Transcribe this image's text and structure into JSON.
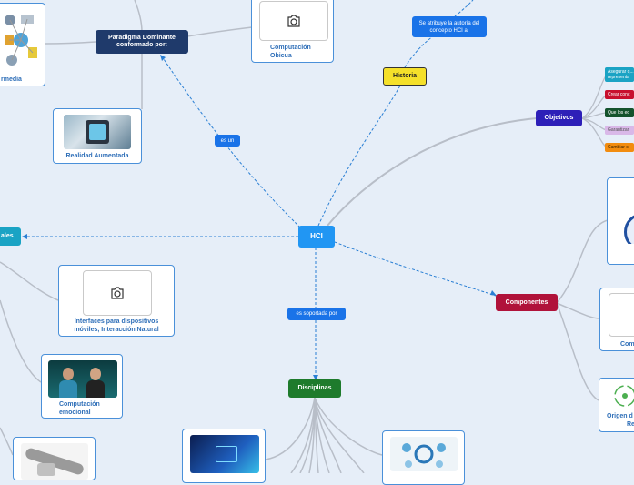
{
  "central": {
    "label": "HCI"
  },
  "links": {
    "es_un": "es un",
    "es_soportada_por": "es soportada por",
    "atribuye": "Se atribuye la autoría del concepto HCI a:"
  },
  "topics": {
    "paradigma": "Paradigma Dominante conformado por:",
    "historia": "Historia",
    "objetivos": "Objetivos",
    "componentes": "Componentes",
    "disciplinas": "Disciplinas",
    "left_partial": "ales"
  },
  "cards": {
    "hipermedia": "rmedia",
    "computacion_obicua": "Computación Obicua",
    "realidad_aumentada": "Realidad Aumentada",
    "interfaces_moviles": "Interfaces para dispositivos móviles, Interacción Natural",
    "computacion_emocional": "Computación emocional",
    "componente_partial": "Com",
    "origen_partial_1": "Origen d",
    "origen_partial_2": "Re"
  },
  "objetivos_items": [
    {
      "label": "Asegurar q... representa",
      "color": "#1aa3c4"
    },
    {
      "label": "Crear conc",
      "color": "#c8102e"
    },
    {
      "label": "Que los eq",
      "color": "#14532d"
    },
    {
      "label": "Garantizar",
      "color": "#d9b8e8"
    },
    {
      "label": "Cambiar c",
      "color": "#f28c0f"
    }
  ],
  "colors": {
    "central": "#2196f3",
    "paradigma": "#1f3a6b",
    "historia": "#f5e02a",
    "objetivos": "#2d1fb8",
    "componentes": "#b0123a",
    "disciplinas": "#1e7b2c",
    "link_label": "#1a73e8",
    "card_border": "#4a90d9"
  },
  "icons": [
    "camera-icon"
  ]
}
